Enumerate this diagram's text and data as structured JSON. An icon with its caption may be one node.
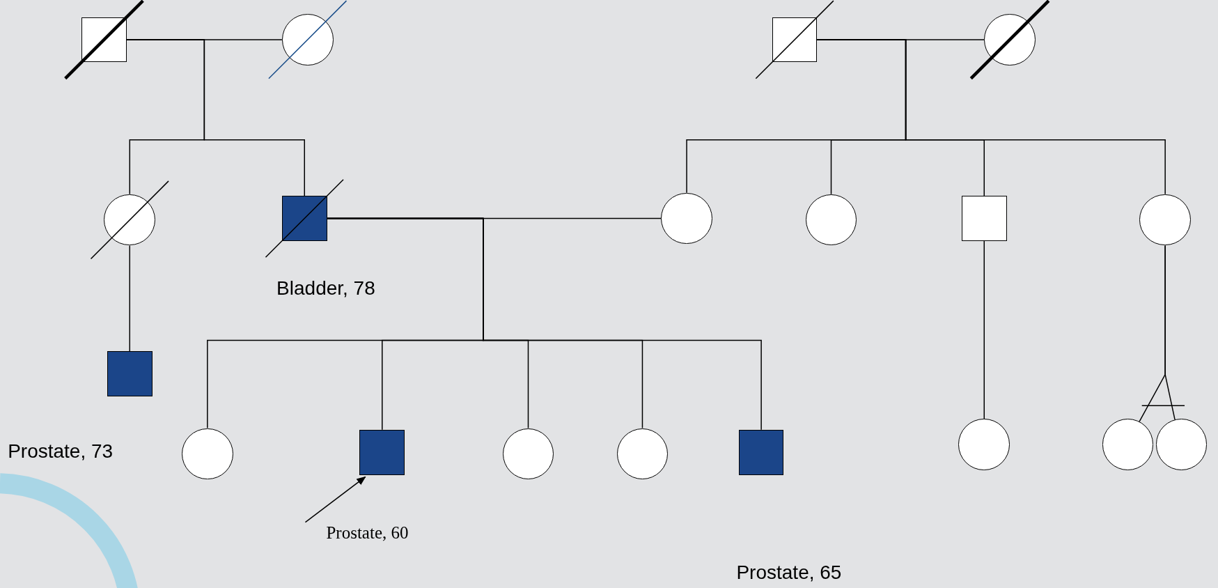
{
  "diagram": {
    "nodes": [
      {
        "text": [],
        "shape": "box"
      },
      {
        "text": [],
        "shape": "circle"
      },
      {
        "text": [],
        "shape": "box"
      },
      {
        "text": [],
        "shape": "circle"
      },
      {
        "text": [],
        "shape": "circle"
      },
      {
        "text": [],
        "shape": "box",
        "beside": [
          "Bladder, 78"
        ]
      },
      {
        "text": [],
        "shape": "circle"
      },
      {
        "text": [],
        "shape": "circle"
      },
      {
        "text": [],
        "shape": "box"
      },
      {
        "text": [],
        "shape": "circle"
      },
      {
        "text": [],
        "shape": "box",
        "beside": [
          "Prostate, 73"
        ]
      },
      {
        "text": [],
        "shape": "circle"
      },
      {
        "text": [],
        "shape": "box"
      },
      {
        "text": [],
        "shape": "circle"
      },
      {
        "text": [],
        "shape": "circle"
      },
      {
        "text": [],
        "shape": "box"
      },
      {
        "text": [],
        "shape": "circle"
      },
      {
        "text": [],
        "shape": "circle"
      },
      {
        "text": [],
        "shape": "circle"
      },
      {
        "text": [
          "Prostate, 60"
        ]
      }
    ],
    "edges": [
      {
        "from": 0,
        "to": 1,
        "arrow": "none"
      },
      {
        "from": 2,
        "to": 3,
        "arrow": "none"
      },
      {
        "from": 0,
        "to": 4,
        "arrow": "none"
      },
      {
        "from": 0,
        "to": 5,
        "arrow": "none"
      },
      {
        "from": 2,
        "to": 6,
        "arrow": "none"
      },
      {
        "from": 2,
        "to": 7,
        "arrow": "none"
      },
      {
        "from": 2,
        "to": 8,
        "arrow": "none"
      },
      {
        "from": 2,
        "to": 9,
        "arrow": "none"
      },
      {
        "from": 5,
        "to": 6,
        "arrow": "none"
      },
      {
        "from": 4,
        "to": 10,
        "arrow": "none"
      },
      {
        "from": 5,
        "to": 11,
        "arrow": "none"
      },
      {
        "from": 5,
        "to": 12,
        "arrow": "none"
      },
      {
        "from": 5,
        "to": 13,
        "arrow": "none"
      },
      {
        "from": 5,
        "to": 14,
        "arrow": "none"
      },
      {
        "from": 5,
        "to": 15,
        "arrow": "none"
      },
      {
        "from": 8,
        "to": 16,
        "arrow": "none"
      },
      {
        "from": 9,
        "to": 17,
        "arrow": "none"
      },
      {
        "from": 9,
        "to": 18,
        "arrow": "none"
      },
      {
        "from": 19,
        "to": 12,
        "arrow": "to"
      }
    ],
    "labels": [
      "Prostate, 65"
    ]
  }
}
